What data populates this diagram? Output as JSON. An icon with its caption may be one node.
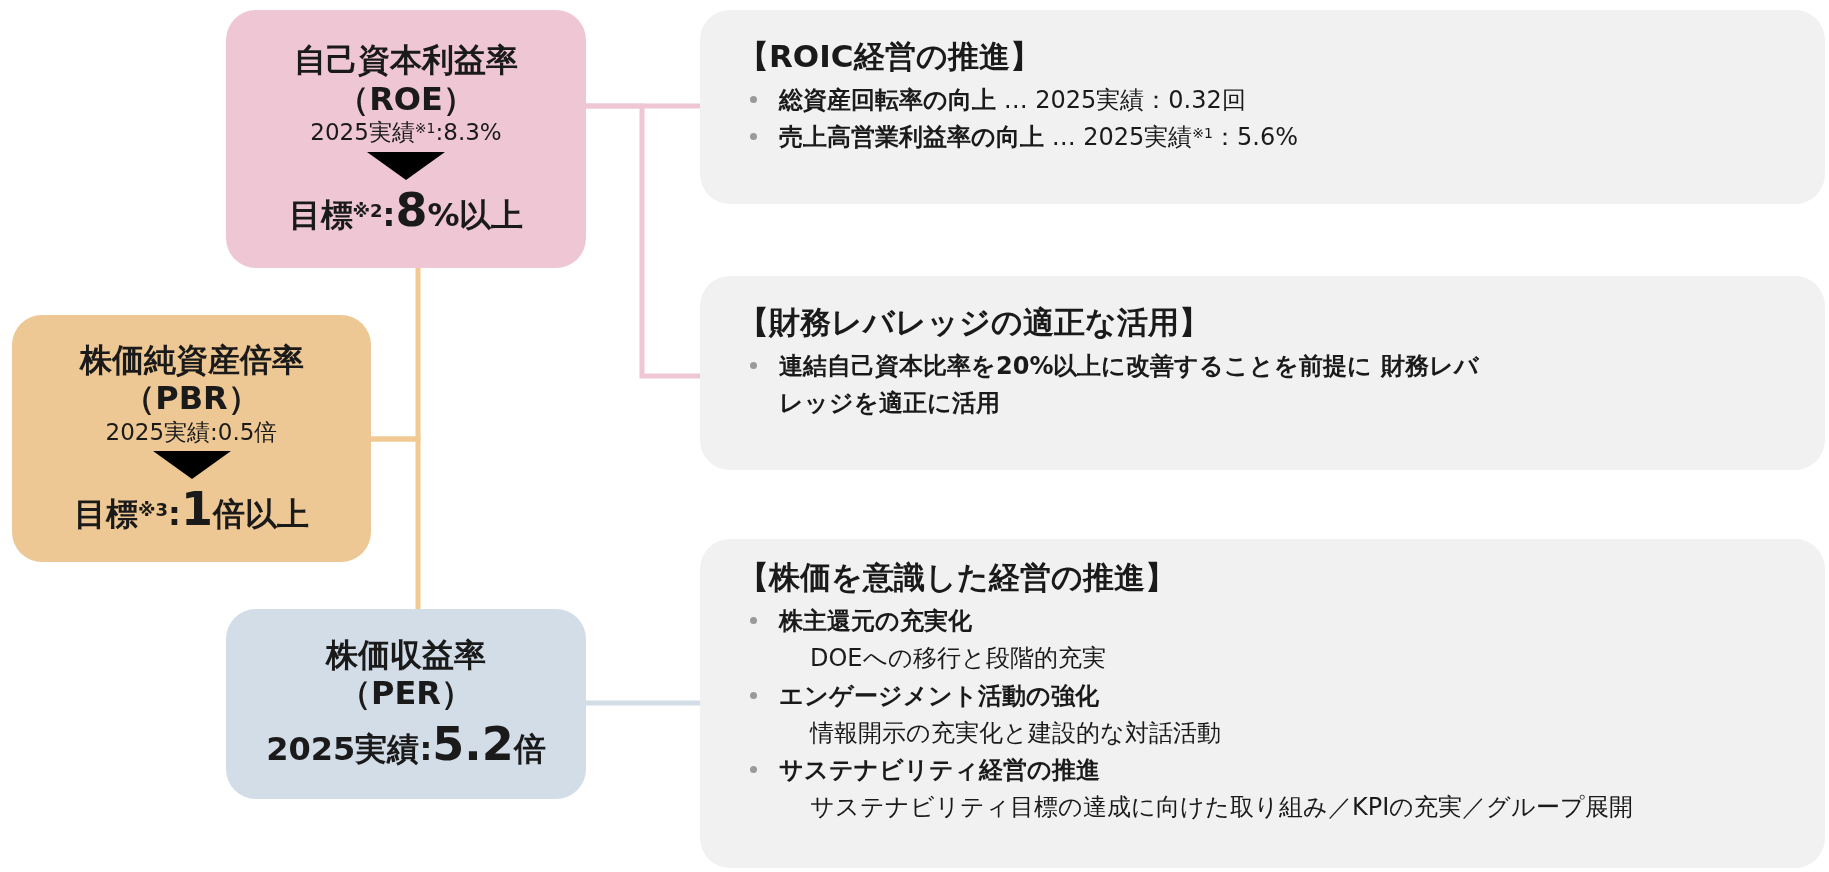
{
  "diagram": {
    "nodes": [
      {
        "text": [
          "自己資本利益率（ROE）",
          "2025実績$^{※1}$:8.3%",
          "目標$^{※2}$:**8**%以上"
        ]
      },
      {
        "text": [
          "【ROIC経営の推進】",
          "**総資産回転率の向上** … 2025実績：0.32回",
          "**売上高営業利益率の向上** … 2025実績$^{※1}$：5.6%"
        ]
      },
      {
        "text": [
          "【財務レバレッジの適正な活用】",
          "**連結自己資本比率を20%以上に改善することを前提に 財務レバレッジを適正に活用**"
        ]
      },
      {
        "text": [
          "株価純資産倍率（PBR）",
          "2025実績:0.5倍",
          "目標$^{※3}$:**1**倍以上"
        ]
      },
      {
        "text": [
          "株価収益率（PER）",
          "2025実績:**5.2**倍"
        ]
      },
      {
        "text": [
          "【株価を意識した経営の推進】",
          "株主還元の充実化",
          "DOEへの移行と段階的充実",
          "エンゲージメント活動の強化",
          "情報開示の充実化と建設的な対話活動",
          "サステナビリティ経営の推進",
          "サステナビリティ目標の達成に向けた取り組み／KPIの充実／グループ展開"
        ]
      }
    ],
    "edges": [
      {
        "from": 0,
        "to": 1,
        "arrow": "none",
        "color": "#efc7d4"
      },
      {
        "from": 0,
        "to": 2,
        "arrow": "none",
        "color": "#efc7d4"
      },
      {
        "from": 3,
        "to": 0,
        "arrow": "none",
        "color": "#f2c992"
      },
      {
        "from": 3,
        "to": 4,
        "arrow": "none",
        "color": "#f2c992"
      },
      {
        "from": 4,
        "to": 5,
        "arrow": "none",
        "color": "#d3dde8"
      }
    ]
  }
}
